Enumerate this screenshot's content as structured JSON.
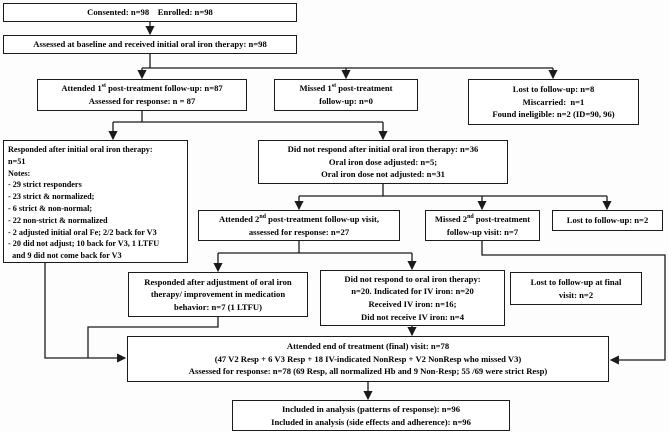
{
  "title": "Study flow diagram",
  "colors": {
    "box_border": "#1b1b1b",
    "box_background": "#ffffff",
    "connector": "#1b1b1b",
    "text": "#000000",
    "page_background": "#fdfdfd"
  },
  "nodes": {
    "consented": {
      "l1": "Consented: n=98    Enrolled: n=98"
    },
    "baseline": {
      "l1": "Assessed at baseline and received initial oral iron therapy: n=98"
    },
    "attended1": {
      "l1_pre": "Attended 1",
      "l1_sup": "st",
      "l1_post": " post-treatment follow-up: n=87",
      "l2": "Assessed for response: n = 87"
    },
    "missed1": {
      "l1_pre": "Missed 1",
      "l1_sup": "st",
      "l1_post": " post-treatment",
      "l2": "follow-up: n=0"
    },
    "lost8": {
      "l1": "Lost to follow-up: n=8",
      "l2": "Miscarried:  n=1",
      "l3": "Found ineligible: n=2 (ID=90, 96)"
    },
    "responded51": {
      "l1": "Responded after initial oral iron therapy:",
      "l2": "n=51",
      "l3": "Notes:",
      "n1": "- 29 strict responders",
      "n2": "- 23 strict & normalized;",
      "n3": "- 6 strict & non-normal;",
      "n4": "- 22 non-strict & normalized",
      "n5": "- 2 adjusted initial oral Fe; 2/2 back for V3",
      "n6": "- 20 did not adjust; 10 back for V3, 1 LTFU",
      "n7": "  and 9 did not come back for V3"
    },
    "didnotrespond36": {
      "l1": "Did not respond after initial oral iron therapy: n=36",
      "l2": "Oral iron dose adjusted: n=5;",
      "l3": "Oral iron dose not adjusted: n=31"
    },
    "attended2": {
      "l1_pre": "Attended 2",
      "l1_sup": "nd",
      "l1_post": " post-treatment follow-up visit,",
      "l2": "assessed for response: n=27"
    },
    "missed2": {
      "l1_pre": "Missed 2",
      "l1_sup": "nd",
      "l1_post": " post-treatment",
      "l2": "follow-up visit: n=7"
    },
    "lost2": {
      "l1": "Lost to follow-up: n=2"
    },
    "respadj7": {
      "l1": "Responded after adjustment of oral iron",
      "l2": "therapy/ improvement in medication",
      "l3": "behavior: n=7 (1 LTFU)"
    },
    "nonresp20": {
      "l1": "Did not respond to oral iron therapy:",
      "l2": "n=20. Indicated for IV iron: n=20",
      "l3": "Received IV iron: n=16;",
      "l4": "Did not receive IV iron: n=4"
    },
    "lostfinal2": {
      "l1": "Lost to follow-up at final",
      "l2": "visit: n=2"
    },
    "endtreat78": {
      "l1": "Attended end of treatment (final) visit: n=78",
      "l2": "(47 V2 Resp + 6 V3 Resp + 18 IV-indicated NonResp + V2 NonResp who missed V3)",
      "l3": "Assessed for response: n=78 (69 Resp, all normalized Hb and 9 Non-Resp; 55 /69 were strict Resp)"
    },
    "included96": {
      "l1": "Included in analysis (patterns of response): n=96",
      "l2": "Included in analysis (side effects and adherence): n=96"
    }
  }
}
